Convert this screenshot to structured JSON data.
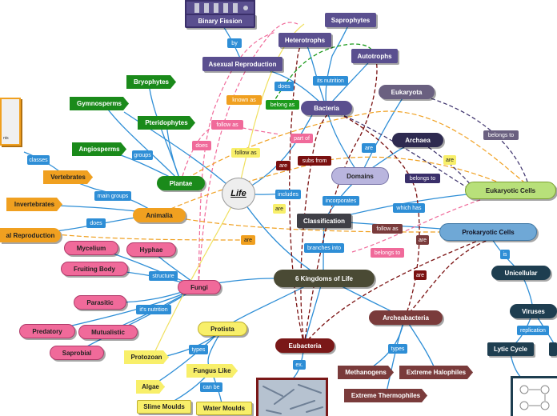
{
  "center": {
    "label": "Life"
  },
  "colors": {
    "blue_line": "#2e8ed6",
    "orange_dash": "#f0a020",
    "pink_dash": "#f06a9a",
    "darkred_dash": "#7a1010",
    "green_dash": "#1c9a1c",
    "purple_dash": "#3a2f6a",
    "yellow_line": "#f0e060"
  },
  "nodes": {
    "binary_fission": "Binary Fission",
    "saprophytes": "Saprophytes",
    "heterotrophs": "Heterotrophs",
    "autotrophs": "Autotrophs",
    "asexual_reproduction": "Asexual Reproduction",
    "bacteria": "Bacteria",
    "eukaryota": "Eukaryota",
    "archaea": "Archaea",
    "domains": "Domains",
    "eukaryotic_cells": "Eukaryotic Cells",
    "prokaryotic_cells": "Prokaryotic Cells",
    "bryophytes": "Bryophytes",
    "gymnosperms": "Gymnosperms",
    "pteridophytes": "Pteridophytes",
    "angiosperms": "Angiosperms",
    "plantae": "Plantae",
    "vertebrates": "Vertebrates",
    "invertebrates": "Invertebrates",
    "animalia": "Animalia",
    "sexual_reproduction": "al Reproduction",
    "classification": "Classification",
    "mycelium": "Mycelium",
    "hyphae": "Hyphae",
    "fruiting_body": "Fruiting Body",
    "fungi": "Fungi",
    "six_kingdoms": "6 Kingdoms of Life",
    "parasitic": "Parasitic",
    "predatory": "Predatory",
    "mutualistic": "Mutualistic",
    "saprobial": "Saprobial",
    "protista": "Protista",
    "protozoan": "Protozoan",
    "fungus_like": "Fungus Like",
    "algae": "Algae",
    "slime_moulds": "Slime Moulds",
    "water_moulds": "Water Moulds",
    "eubacteria": "Eubacteria",
    "archeabacteria": "Archeabacteria",
    "methanogens": "Methanogens",
    "extreme_halophiles": "Extreme Halophiles",
    "extreme_thermophiles": "Extreme Thermophiles",
    "unicellular": "Unicellular",
    "viruses": "Viruses",
    "lytic_cycle": "Lytic Cycle"
  },
  "labels": {
    "by": "by",
    "known_as": "known as",
    "follow_as_1": "follow as",
    "does_1": "does",
    "does_2": "does",
    "its_nutrition_1": "its nutrition",
    "belong_as": "belong as",
    "part_of": "part of",
    "are_1": "are",
    "subs_from": "subs from",
    "are_2": "are",
    "follow_as_2": "follow as",
    "includes": "includes",
    "are_3": "are",
    "incorporates": "incorporates",
    "belongs_to_1": "belongs to",
    "belongs_to_2": "belongs to",
    "are_4": "are",
    "which_has": "which has",
    "follow_as_3": "follow as",
    "are_5": "are",
    "belongs_to_3": "belongs to",
    "classes": "classes",
    "groups": "groups",
    "main_groups": "main groups",
    "does_3": "does",
    "are_6": "are",
    "branches_into": "branches into",
    "are_7": "are",
    "structure": "structure",
    "its_nutrition_2": "it's nutrition",
    "is": "is",
    "types_1": "types",
    "types_2": "types",
    "can_be": "can be",
    "ex": "ex.",
    "replication": "replication"
  },
  "pictures": {
    "left_thumb_text": "nts"
  }
}
